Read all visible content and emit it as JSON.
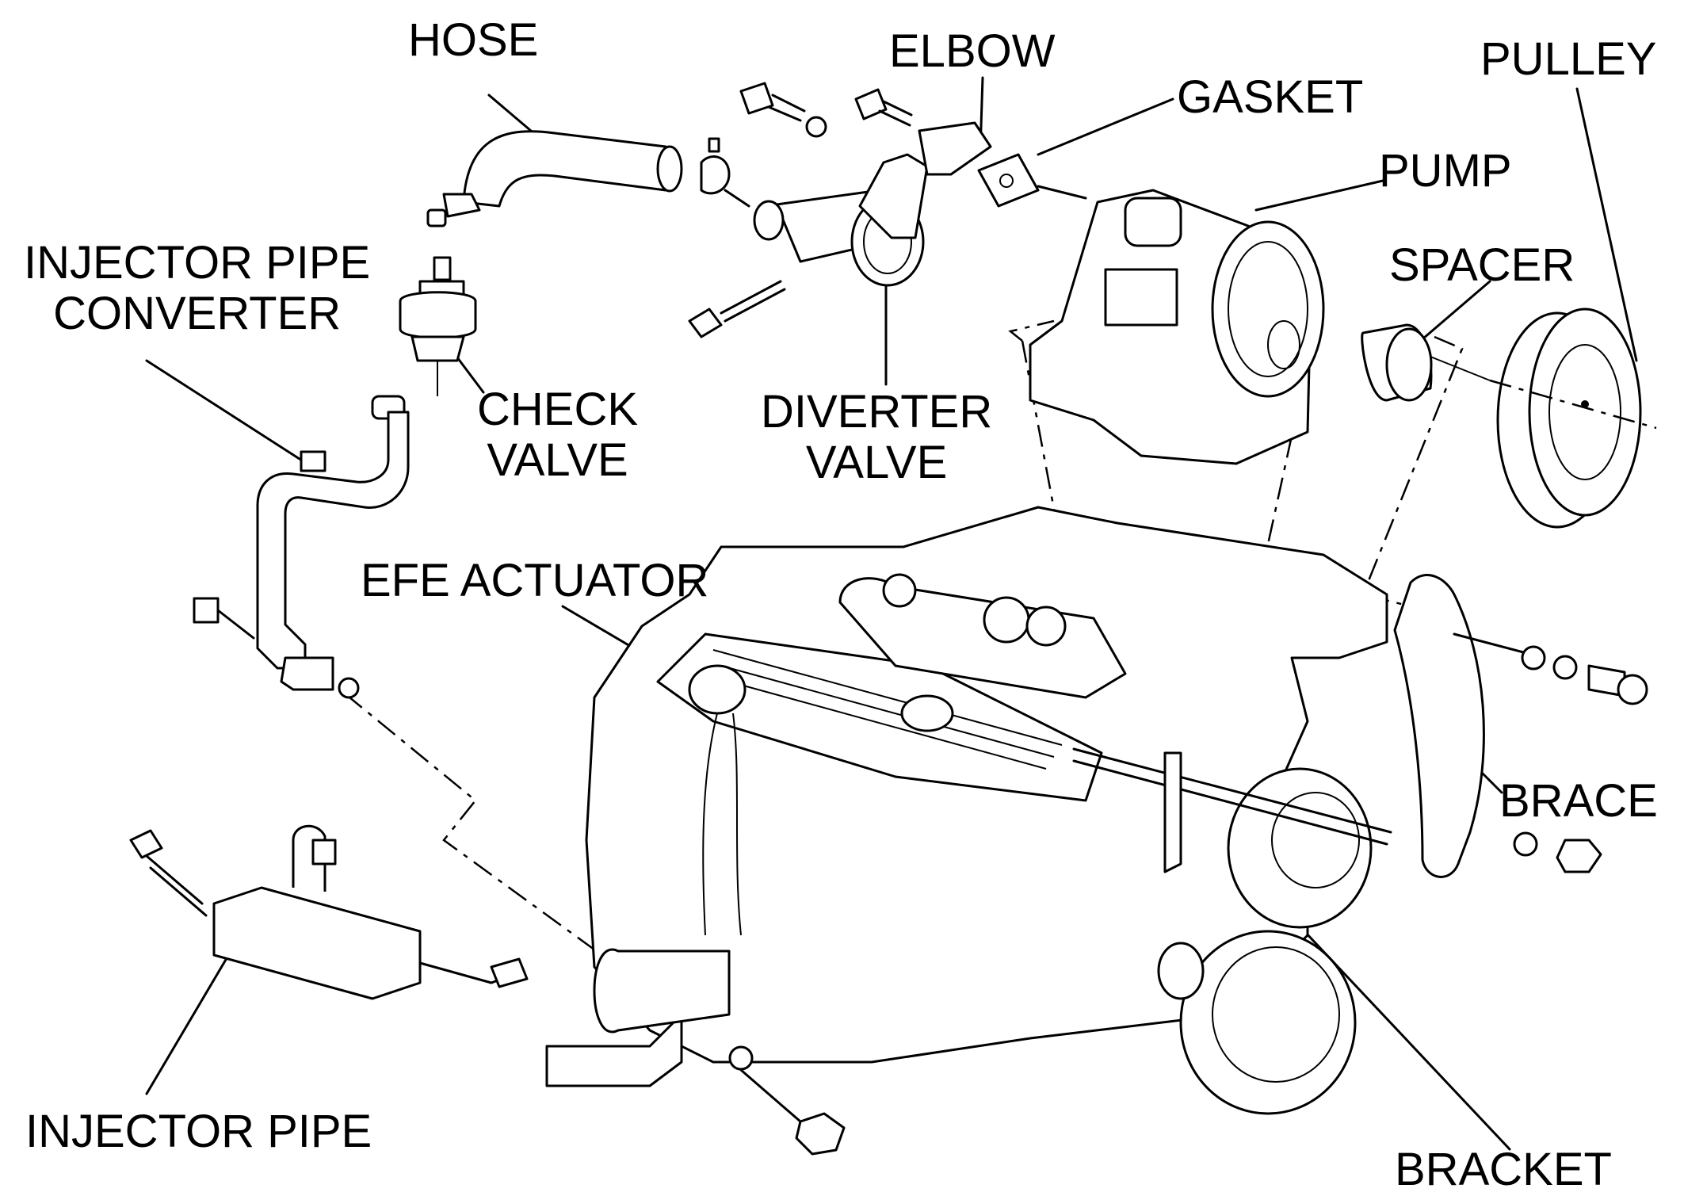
{
  "labels": {
    "hose": "HOSE",
    "elbow": "ELBOW",
    "gasket": "GASKET",
    "pulley": "PULLEY",
    "pump": "PUMP",
    "spacer": "SPACER",
    "injector_pipe_converter": "INJECTOR PIPE\nCONVERTER",
    "check_valve": "CHECK\nVALVE",
    "diverter_valve": "DIVERTER\nVALVE",
    "efe_actuator": "EFE ACTUATOR",
    "brace": "BRACE",
    "injector_pipe": "INJECTOR PIPE",
    "bracket": "BRACKET"
  },
  "colors": {
    "ink": "#000000",
    "paper": "#ffffff"
  }
}
